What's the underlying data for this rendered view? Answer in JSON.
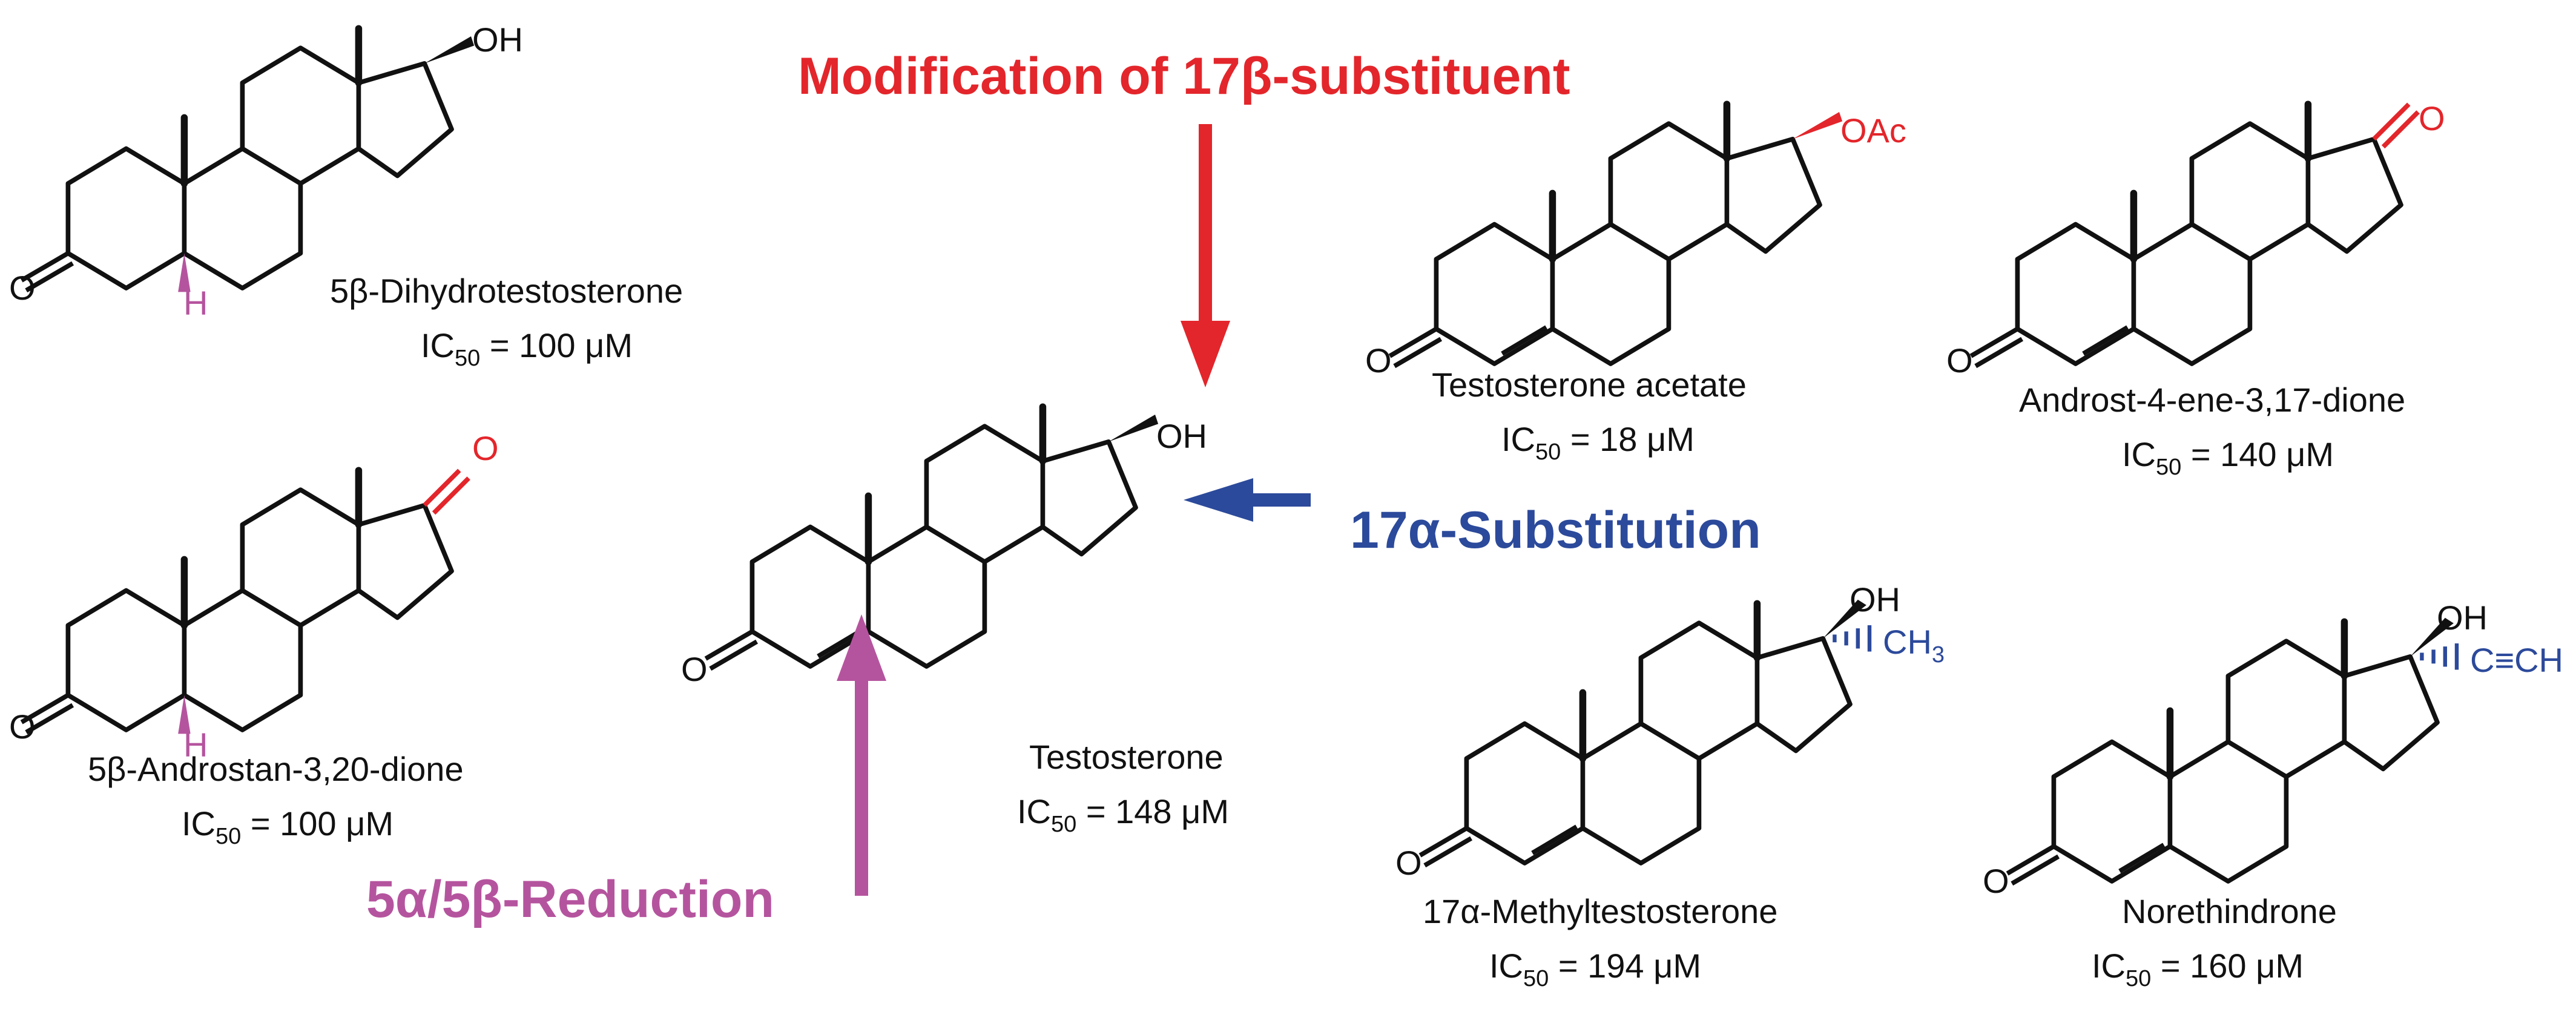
{
  "colors": {
    "red": "#e3262b",
    "blue": "#2c4a9b",
    "magenta": "#b5549e",
    "bond": "#111111"
  },
  "headings": {
    "modification": "Modification of 17β-substituent",
    "substitution": "17α-Substitution",
    "reduction": "5α/5β-Reduction"
  },
  "ic_prefix": "IC",
  "ic_sub": "50",
  "compounds": [
    {
      "name": "5β-Dihydrotestosterone",
      "ic_value": " = 100 μM"
    },
    {
      "name": "5β-Androstan-3,20-dione",
      "ic_value": " = 100 μM"
    },
    {
      "name": "Testosterone",
      "ic_value": " = 148 μM"
    },
    {
      "name": "Testosterone acetate",
      "ic_value": " = 18 μM"
    },
    {
      "name": "Androst-4-ene-3,17-dione",
      "ic_value": " = 140 μM"
    },
    {
      "name": "17α-Methyltestosterone",
      "ic_value": " = 194 μM"
    },
    {
      "name": "Norethindrone",
      "ic_value": " = 160 μM"
    }
  ],
  "atoms": {
    "oh": "OH",
    "o": "O",
    "h": "H",
    "oac": "OAc",
    "ch3_base": "CH",
    "ch3_sub": "3",
    "ethynyl": "C≡CH"
  }
}
